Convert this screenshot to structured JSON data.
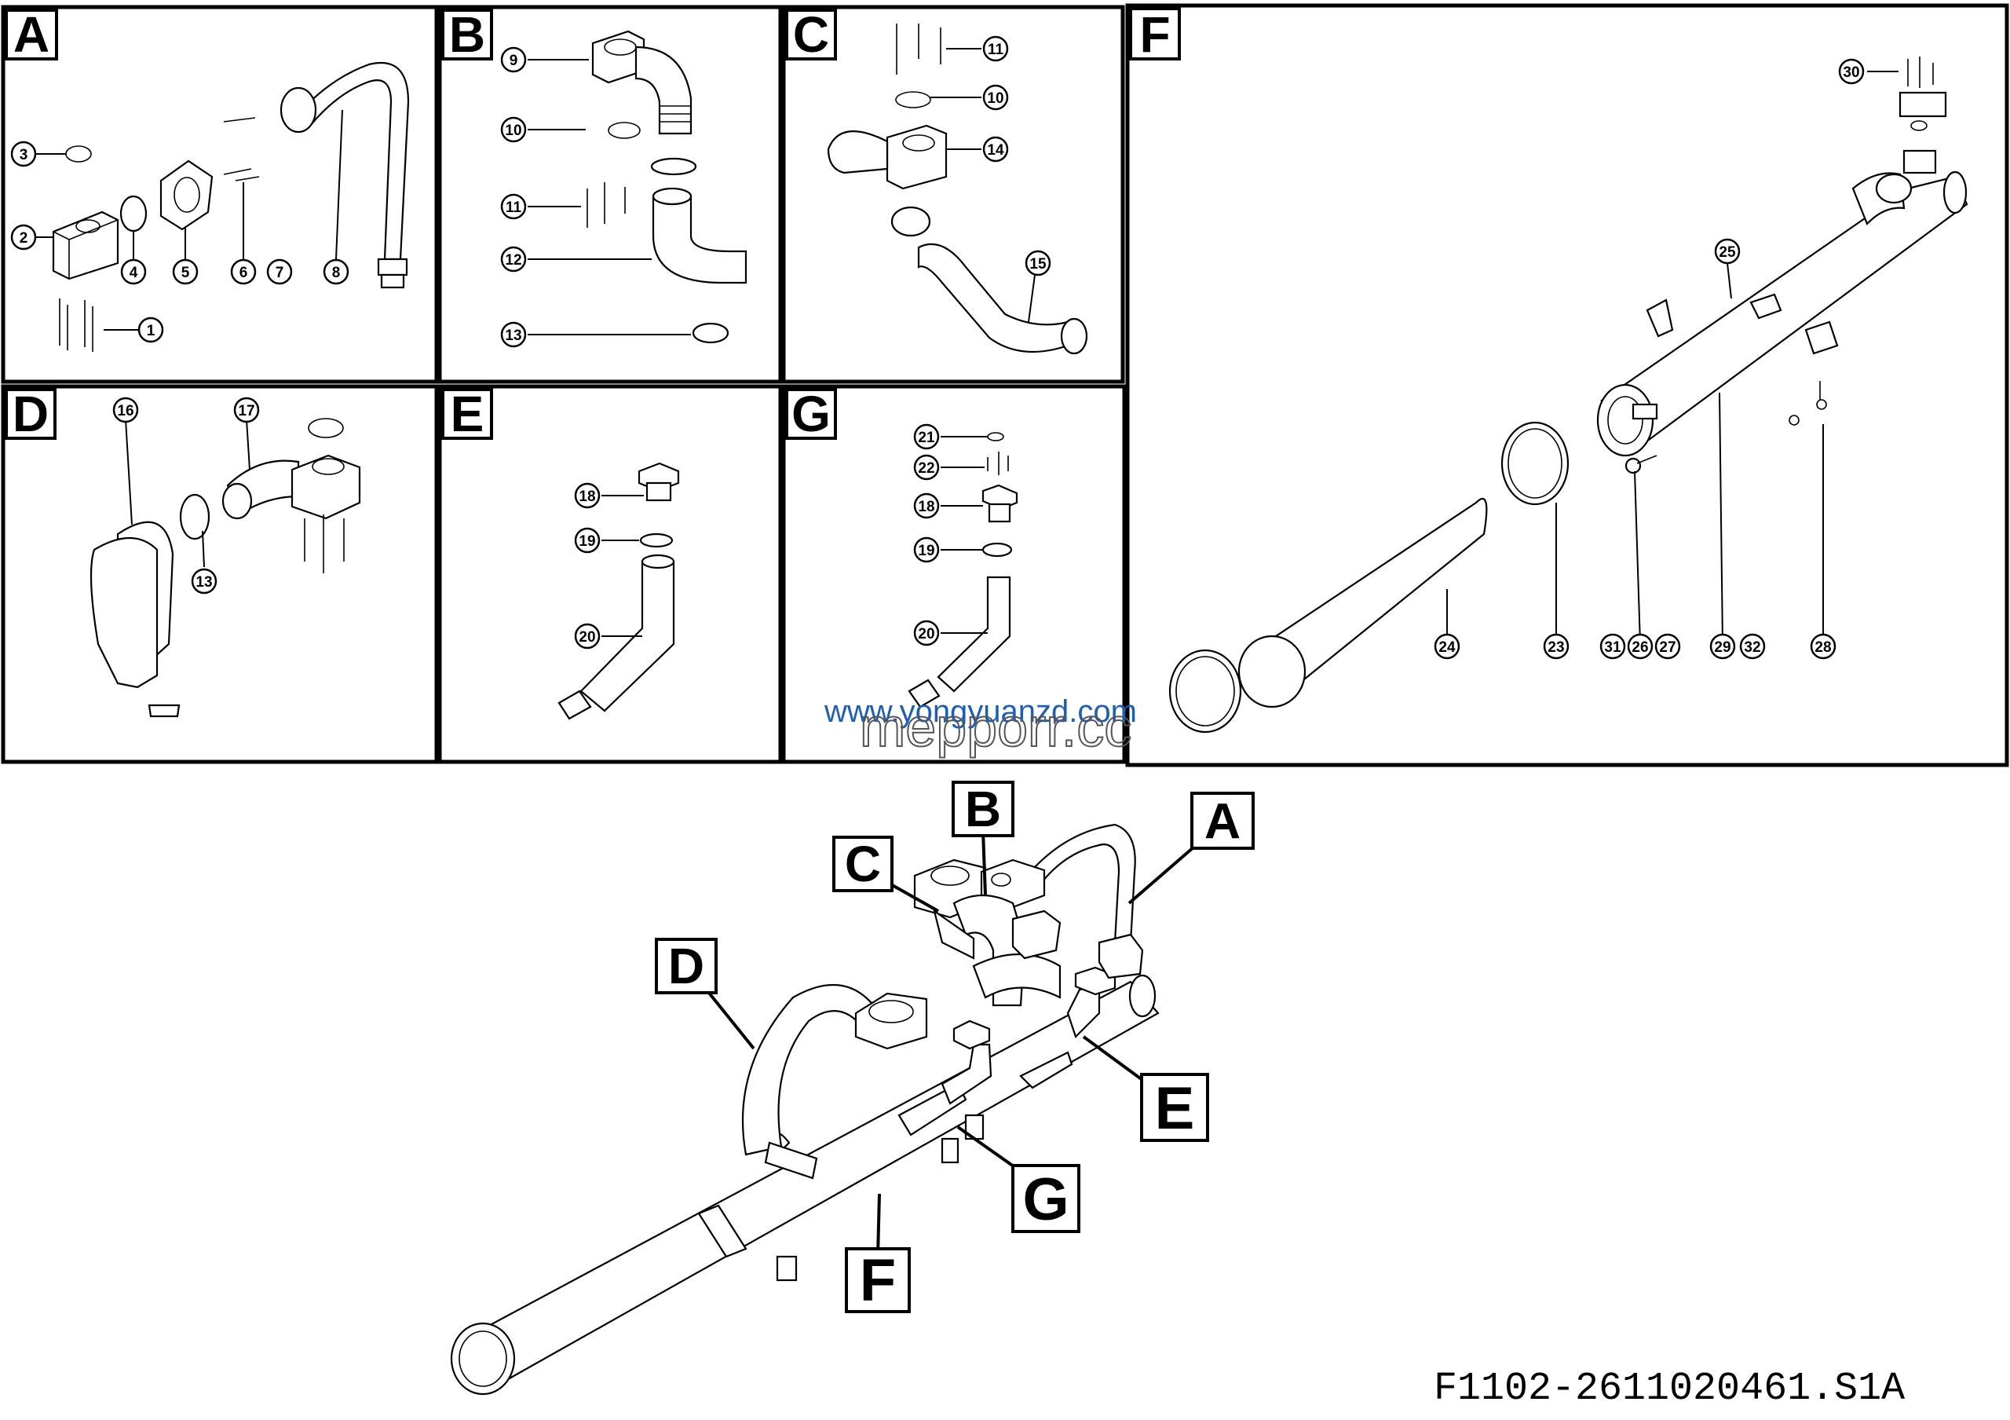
{
  "panels": {
    "A": {
      "letter": "A",
      "callouts": [
        "1",
        "2",
        "3",
        "4",
        "5",
        "6",
        "7",
        "8"
      ]
    },
    "B": {
      "letter": "B",
      "callouts": [
        "9",
        "10",
        "11",
        "12",
        "13"
      ]
    },
    "C": {
      "letter": "C",
      "callouts": [
        "11",
        "10",
        "14",
        "15"
      ]
    },
    "D": {
      "letter": "D",
      "callouts": [
        "16",
        "17",
        "13"
      ]
    },
    "E": {
      "letter": "E",
      "callouts": [
        "18",
        "19",
        "20"
      ]
    },
    "G": {
      "letter": "G",
      "callouts": [
        "21",
        "22",
        "18",
        "19",
        "20"
      ]
    },
    "F": {
      "letter": "F",
      "callouts": [
        "30",
        "25",
        "24",
        "23",
        "31",
        "26",
        "27",
        "29",
        "32",
        "28"
      ]
    }
  },
  "assembly_labels": [
    "A",
    "B",
    "C",
    "D",
    "E",
    "F",
    "G"
  ],
  "watermark": {
    "line1": "www.yongyuanzd.com",
    "line2": "mepporr.cc"
  },
  "document_number": "F1102-2611020461.S1A"
}
